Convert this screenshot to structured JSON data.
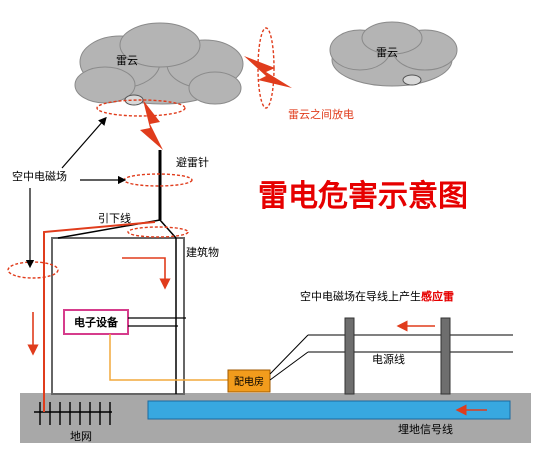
{
  "title": "雷电危害示意图",
  "labels": {
    "cloud_left": "雷云",
    "cloud_right": "雷云",
    "inter_cloud_discharge": "雷云之间放电",
    "lightning_rod": "避雷针",
    "air_em_field": "空中电磁场",
    "down_conductor": "引下线",
    "building": "建筑物",
    "electronic_equipment": "电子设备",
    "distribution_room": "配电房",
    "induced_lightning_prefix": "空中电磁场在导线上产生",
    "induced_lightning_highlight": "感应雷",
    "power_line": "电源线",
    "buried_signal_line": "埋地信号线",
    "ground_grid": "地网"
  },
  "colors": {
    "title": "#e60000",
    "red": "#e03c1c",
    "cloud": "#b4b4b4",
    "equipment_border": "#d63c8c",
    "distribution_room": "#f29c1c",
    "signal_line": "#38a8e0",
    "ground": "#a8a8a8"
  }
}
